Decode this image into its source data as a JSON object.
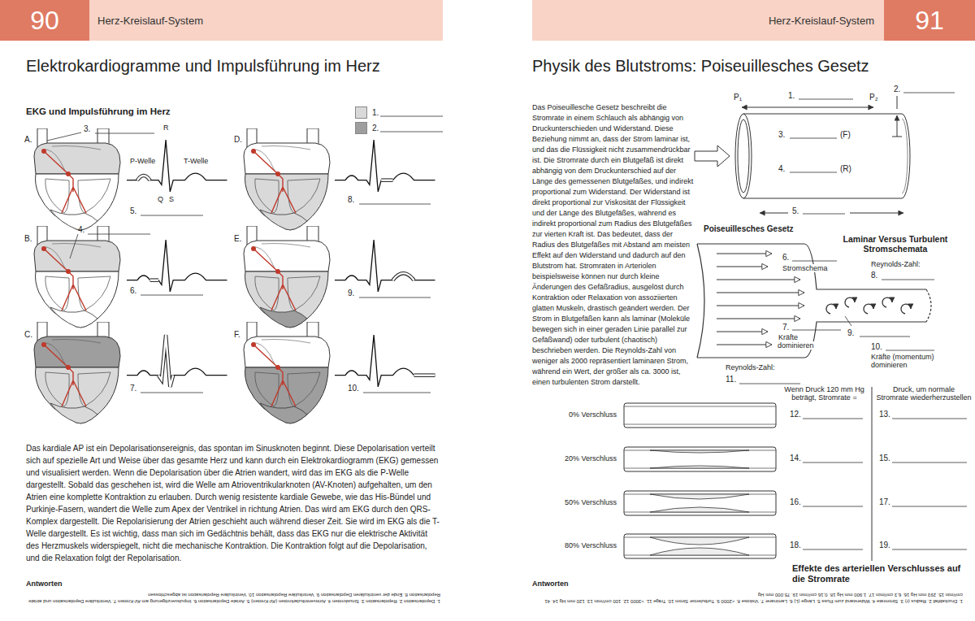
{
  "diagram": {
    "nodes": [
      {
        "text": [
          "90"
        ]
      },
      {
        "text": [
          "Herz-Kreislauf-System"
        ]
      },
      {
        "text": [
          "Herz-Kreislauf-System"
        ]
      },
      {
        "text": [
          "91"
        ]
      }
    ],
    "labels": [
      "Elektrokardiogramme und Impulsführung im Herz",
      "EKG und Impulsführung im Herz",
      "A.",
      "B.",
      "C.",
      "D.",
      "E.",
      "F.",
      "3.",
      "4.",
      "R",
      "P-Welle",
      "T-Welle",
      "Q",
      "S",
      "5.",
      "6.",
      "7.",
      "8.",
      "9.",
      "10.",
      "Das kardiale AP ist ein Depolarisationsereignis, das spontan im Sinusknoten beginnt. Diese Depolarisation verteilt sich auf spezielle Art und Weise über das gesamte Herz und kann durch ein Elektrokardiogramm (EKG) gemessen und visualisiert werden. Wenn die Depolarisation über die Atrien wandert, wird das im EKG als die P-Welle dargestellt. Sobald das geschehen ist, wird die Welle am Atrioventrikularknoten (AV-Knoten) aufgehalten, um den Atrien eine komplette Kontraktion zu erlauben. Durch wenig resistente kardiale Gewebe, wie das His-Bündel und Purkinje-Fasern, wandert die Welle zum Apex der Ventrikel in richtung Atrien. Das wird am EKG durch den QRS-Komplex dargestellt. Die Repolarisierung der Atrien geschieht auch während dieser Zeit. Sie wird im EKG als die T-Welle dargestellt. Es ist wichtig, dass man sich im Gedächtnis behält, dass das EKG nur die elektrische Aktivität des Herzmuskels widerspiegelt, nicht die mechanische Kontraktion. Die Kontraktion folgt auf die Depolarisation, und die Relaxation folgt der Repolarisation.",
      "Antworten",
      "1. Depolarisation 2. Repolarisation 3. Sinusknoten 4. Atrioventrikularknoten (AV-Knoten) 5. Atriale Depolarisation 6. Impulsverzögerung am AV-Knoten 7. Ventrikuläre Depolarisation und atriale Repolarisation 8. Ende der ventrikulären Depolarisation 9. Ventrikuläre Repolarisation 10. Ventrikuläre Repolarisation ist abgeschlossen",
      "Physik des Blutstroms: Poiseuillesches Gesetz",
      "Das Poiseuillesche Gesetz beschreibt die Stromrate in einem Schlauch als abhängig von Druckunterschieden und Widerstand. Diese Beziehung nimmt an, dass der Strom laminar ist, und das die Flüssigkeit nicht zusammendrückbar ist. Die Stromrate durch ein Blutgefäß ist direkt abhängig von dem Druckunterschied auf der Länge des gemessenen Blutgefäßes, und indirekt proportional zum Widerstand. Der Widerstand ist direkt proportional zur Viskosität der Flüssigkeit und der Länge des Blutgefäßes, während es indirekt proportional zum Radius des Blutgefäßes zur vierten Kraft ist. Das bedeutet, dass der Radius des Blutgefäßes mit Abstand am meisten Effekt auf den Widerstand und dadurch auf den Blutstrom hat. Stromraten in Arteriolen beispielsweise können nur durch kleine Änderungen des Gefäßradius, ausgelöst durch Kontraktion oder Relaxation von assoziierten glatten Muskeln, drastisch geändert werden. Der Strom in Blutgefäßen kann als laminar (Moleküle bewegen sich in einer geraden Linie parallel zur Gefäßwand) oder turbulent (chaotisch) beschrieben werden. Die Reynolds-Zahl von weniger als 2000 repräsentiert laminaren Strom, während ein Wert, der größer als ca. 3000 ist, einen turbulenten Strom darstellt.",
      "P₁",
      "1.",
      "P₂",
      "2.",
      "3.",
      "(F)",
      "4.",
      "(R)",
      "5.",
      "Poiseuillesches Gesetz",
      "Laminar Versus Turbulent Stromschemata",
      "Reynolds-Zahl:",
      "8.",
      "6.",
      "Stromschema",
      "7.",
      "Kräfte dominieren",
      "9.",
      "10.",
      "Kräfte (momentum) dominieren",
      "Reynolds-Zahl:",
      "11.",
      "Wenn Druck 120 mm Hg beträgt, Stromrate =",
      "Druck, um normale Stromrate wiederherzustellen",
      "0% Verschluss",
      "20% Verschluss",
      "50% Verschluss",
      "80% Verschluss",
      "12.",
      "13.",
      "14.",
      "15.",
      "16.",
      "17.",
      "18.",
      "19.",
      "Effekte des arteriellen Verschlusses auf die Stromrate",
      "Antworten",
      "1. Druckabfall 2. Radius (r) 3. Stromrate 4. Widerstand zum Fluss 5. Länge (L) 6. Laminarer 7. Viskose 8. <2000 9. Turbulenter Strom 10. Träge 11. >3000 12. 100 cm³/min 13. 120 mm Hg 14. 41 cm³/min 15. 293 mm Hg 16. 6,3 cm³/min 17. 1.900 mm Hg 18. 0,16 cm³/min 19. 75.000 mm Hg"
    ],
    "legend": [
      {
        "text": "1.",
        "color": "#d9d9d9"
      },
      {
        "text": "2.",
        "color": "#9e9e9e"
      }
    ]
  }
}
